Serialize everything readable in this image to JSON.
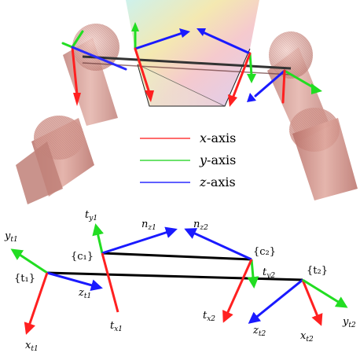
{
  "legend": {
    "x": {
      "symbol": "x",
      "suffix": "-axis",
      "color": "#ff3b3b"
    },
    "y": {
      "symbol": "y",
      "suffix": "-axis",
      "color": "#3bd83b"
    },
    "z": {
      "symbol": "z",
      "suffix": "-axis",
      "color": "#2a2aff"
    }
  },
  "diagram": {
    "frames": {
      "t1": "{t₁}",
      "c1": "{c₁}",
      "c2": "{c₂}",
      "t2": "{t₂}"
    },
    "axis_labels": {
      "yt1": "y",
      "yt1_sub": "t1",
      "zt1": "z",
      "zt1_sub": "t1",
      "xt1": "x",
      "xt1_sub": "t1",
      "ty1": "t",
      "ty1_sub": "y1",
      "tx1": "t",
      "tx1_sub": "x1",
      "nz1": "n",
      "nz1_sub": "z1",
      "nz2": "n",
      "nz2_sub": "z2",
      "ty2": "t",
      "ty2_sub": "y2",
      "tx2": "t",
      "tx2_sub": "x2",
      "zt2": "z",
      "zt2_sub": "t2",
      "xt2": "x",
      "xt2_sub": "t2",
      "yt2": "y",
      "yt2_sub": "t2"
    },
    "colors": {
      "x": "#ff2020",
      "y": "#22dd22",
      "z": "#1a1aff",
      "link": "#000000"
    }
  }
}
